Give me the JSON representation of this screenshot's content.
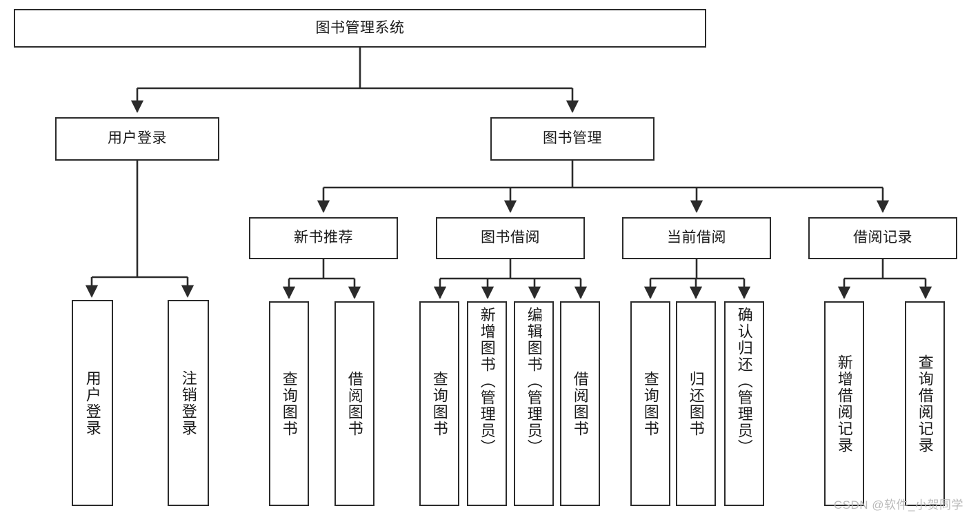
{
  "diagram": {
    "type": "tree-org-chart",
    "title": "图书管理系统",
    "watermark": "CSDN @软件_小贺同学",
    "colors": {
      "box_border": "#2b2b2b",
      "box_fill": "#ffffff",
      "connector": "#2b2b2b",
      "text": "#1a1a1a",
      "watermark": "#b9b9b9"
    },
    "levels": {
      "root": {
        "label": "图书管理系统"
      },
      "level2": [
        {
          "label": "用户登录"
        },
        {
          "label": "图书管理"
        }
      ],
      "level3": [
        {
          "label": "新书推荐"
        },
        {
          "label": "图书借阅"
        },
        {
          "label": "当前借阅"
        },
        {
          "label": "借阅记录"
        }
      ],
      "level4": {
        "user_login_children": [
          {
            "label": "用户登录"
          },
          {
            "label": "注销登录"
          }
        ],
        "new_book_children": [
          {
            "label": "查询图书"
          },
          {
            "label": "借阅图书"
          }
        ],
        "book_borrow_children": [
          {
            "label": "查询图书"
          },
          {
            "label": "新增图书（管理员）"
          },
          {
            "label": "编辑图书（管理员）"
          },
          {
            "label": "借阅图书"
          }
        ],
        "current_borrow_children": [
          {
            "label": "查询图书"
          },
          {
            "label": "归还图书"
          },
          {
            "label": "确认归还（管理员）"
          }
        ],
        "borrow_record_children": [
          {
            "label": "新增借阅记录"
          },
          {
            "label": "查询借阅记录"
          }
        ]
      }
    }
  }
}
